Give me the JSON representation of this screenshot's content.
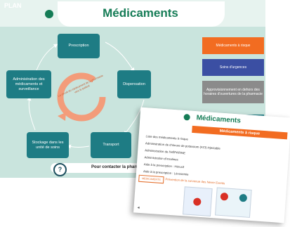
{
  "slide1": {
    "brand_main": "PLAN",
    "brand_sub": "",
    "title": "Médicaments",
    "cycle_center_text": "Le circuit du médicament de la pharmacie vers le patient",
    "cycle_boxes": {
      "prescription": "Prescription",
      "dispensation": "Dispensation",
      "transport": "Transport",
      "stockage": "Stockage dans les unité de soins",
      "administration": "Administration des médicaments et surveillance"
    },
    "right_buttons": {
      "risque": "Médicaments à risque",
      "urgences": "Soins d'urgences",
      "approvisionnement": "Approvisionnement en dehors des horaires d'ouvertures de la pharmacie"
    },
    "contact_label": "Pour contacter la pharm",
    "help_icon_glyph": "?",
    "colors": {
      "header_title": "#157c56",
      "teal_box": "#1e7c84",
      "orange": "#f26c21",
      "blue": "#3b4fa3",
      "gray": "#8b8b8b",
      "cycle_arrow": "#f39c7a"
    }
  },
  "slide2": {
    "title": "Médicaments",
    "subtitle_bar": "Médicaments à risque",
    "list_items": [
      "Liste des médicaments à risque",
      "Administration de chlorure de potassium (KCl) injectable",
      "Administration de l'HÉPARINE",
      "Administration d'insulines",
      "Aide à la prescription : Héruxif",
      "Aide à la prescription : Lévosemie"
    ],
    "meds_tag": "MÉDICAMENTS",
    "prevention_text": "Prévention de la survenue des Never Events",
    "nav_symbol": "◄"
  }
}
